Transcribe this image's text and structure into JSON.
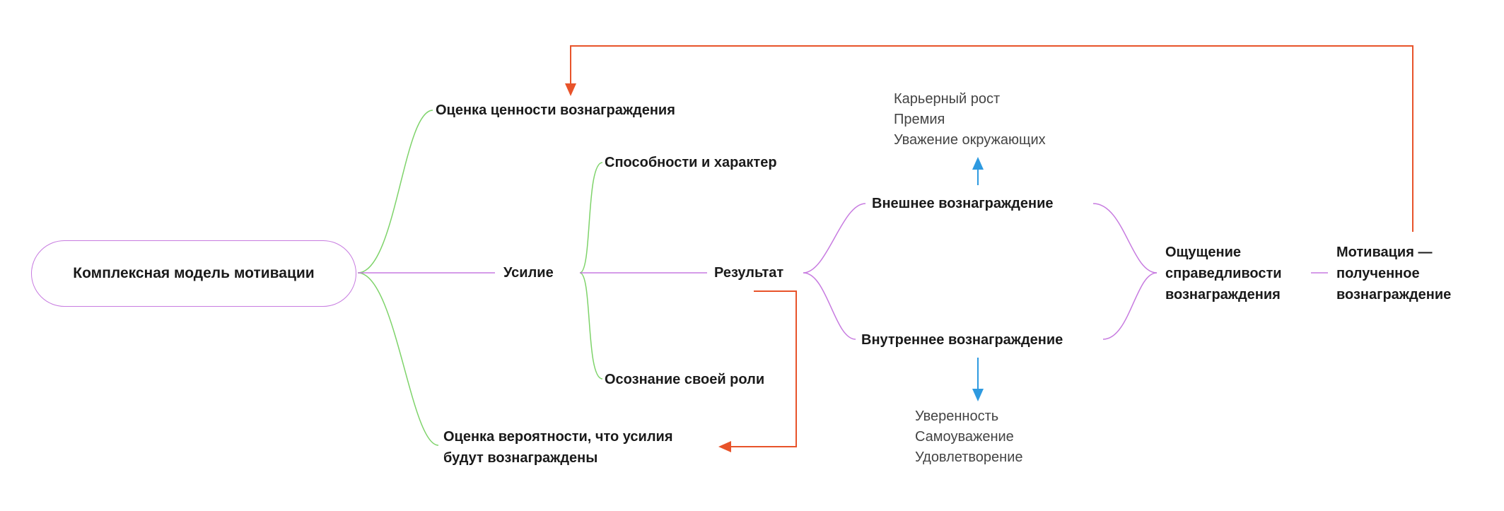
{
  "diagram": {
    "root": "Комплексная модель мотивации",
    "value_assessment": "Оценка ценности вознаграждения",
    "effort": "Усилие",
    "abilities": "Способности и характер",
    "role_awareness": "Осознание своей роли",
    "probability_assessment": "Оценка вероятности, что усилия\nбудут вознаграждены",
    "result": "Результат",
    "external_reward": "Внешнее вознаграждение",
    "internal_reward": "Внутреннее вознаграждение",
    "external_items": [
      "Карьерный рост",
      "Премия",
      "Уважение окружающих"
    ],
    "internal_items": [
      "Уверенность",
      "Самоуважение",
      "Удовлетворение"
    ],
    "fairness": "Ощущение\nсправедливости\nвознаграждения",
    "motivation": "Мотивация —\nполученное\nвознаграждение"
  },
  "colors": {
    "green": "#7ed36a",
    "purple": "#c77be0",
    "red": "#e8532a",
    "blue": "#2e9ae0",
    "text": "#1a1a1a",
    "muted": "#444444"
  }
}
